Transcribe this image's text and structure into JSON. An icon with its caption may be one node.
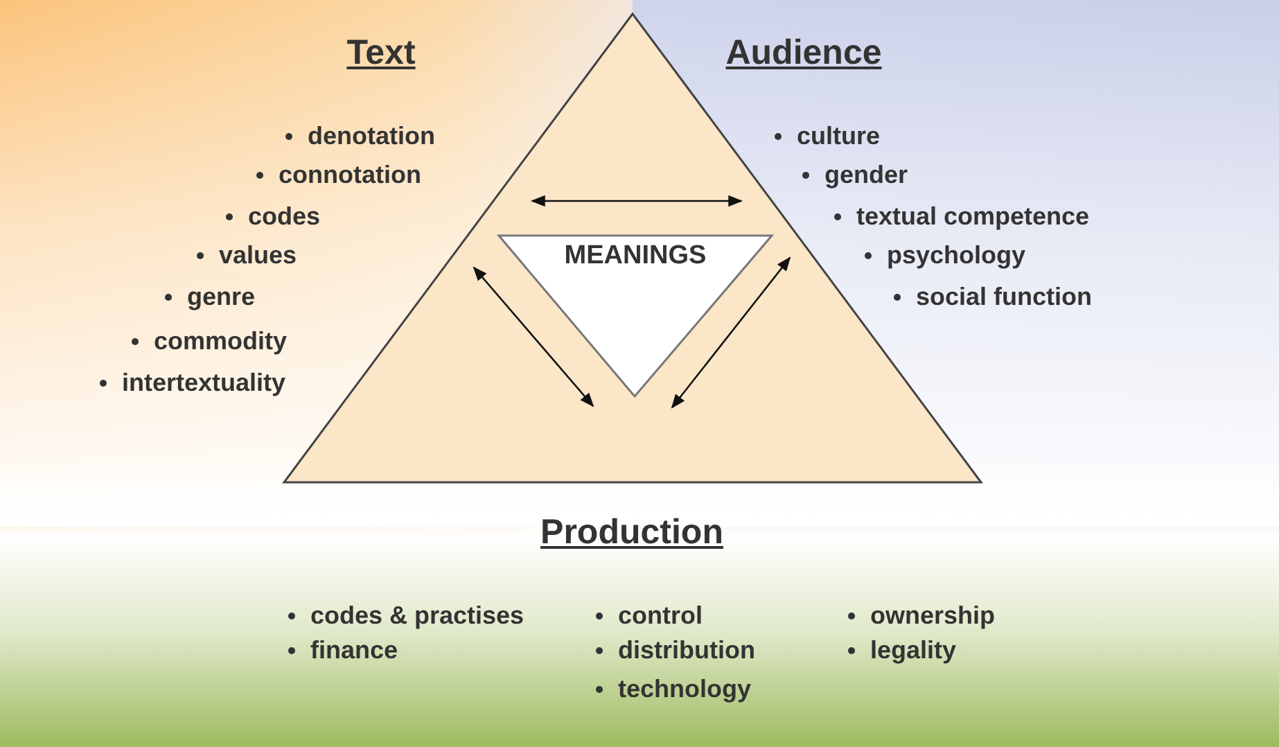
{
  "diagram": {
    "nodes": [
      {
        "text": [],
        "shape": "triangle"
      },
      {
        "text": [
          "MEANINGS"
        ],
        "in": 0
      }
    ],
    "edges": [],
    "labels": [
      "Text",
      "Audience",
      "denotation",
      "connotation",
      "codes",
      "values",
      "genre",
      "commodity",
      "intertextuality",
      "culture",
      "gender",
      "textual competence",
      "psychology",
      "social function",
      "Production",
      "codes & practises",
      "finance",
      "control",
      "distribution",
      "technology",
      "ownership",
      "legality"
    ]
  }
}
